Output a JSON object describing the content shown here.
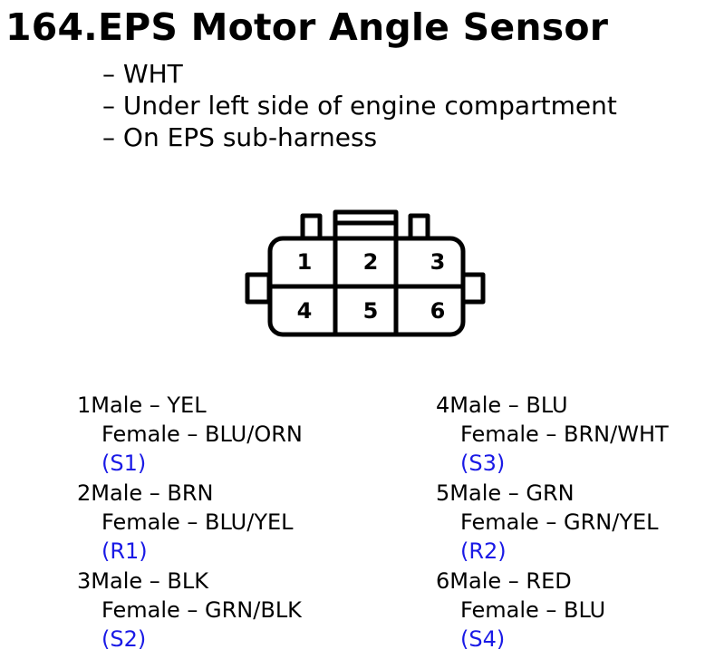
{
  "title": "164.EPS Motor Angle Sensor",
  "notes": [
    "– WHT",
    "– Under left side of engine compartment",
    "– On EPS sub-harness"
  ],
  "connector": {
    "pin_labels": [
      "1",
      "2",
      "3",
      "4",
      "5",
      "6"
    ]
  },
  "pins": [
    {
      "num": "1",
      "male": "Male – YEL",
      "female": "Female – BLU/ORN",
      "code": "(S1)"
    },
    {
      "num": "2",
      "male": "Male – BRN",
      "female": "Female – BLU/YEL",
      "code": "(R1)"
    },
    {
      "num": "3",
      "male": "Male – BLK",
      "female": "Female – GRN/BLK",
      "code": "(S2)"
    },
    {
      "num": "4",
      "male": "Male – BLU",
      "female": "Female – BRN/WHT",
      "code": "(S3)"
    },
    {
      "num": "5",
      "male": "Male – GRN",
      "female": "Female – GRN/YEL",
      "code": "(R2)"
    },
    {
      "num": "6",
      "male": "Male – RED",
      "female": "Female – BLU",
      "code": "(S4)"
    }
  ],
  "colors": {
    "code": "#1a1ae6",
    "text": "#000000"
  }
}
